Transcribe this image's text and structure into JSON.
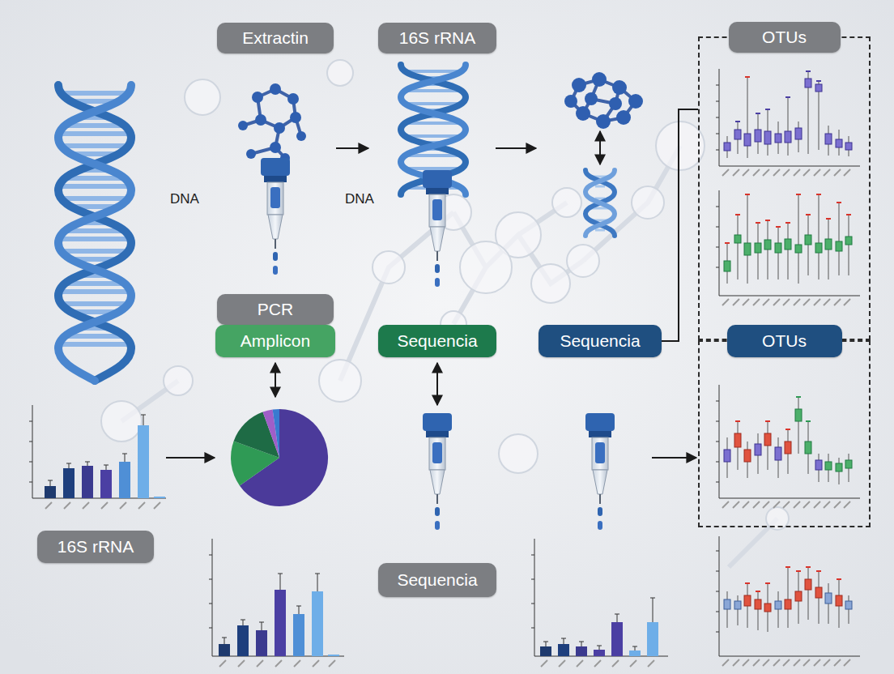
{
  "diagram": {
    "nodes": [
      {
        "text": [
          "Extractin"
        ]
      },
      {
        "text": [
          "16S rRNA"
        ]
      },
      {
        "text": [
          "OTUs"
        ]
      },
      {
        "text": [
          "PCR"
        ]
      },
      {
        "text": [
          "Amplicon"
        ]
      },
      {
        "text": [
          "Sequencia"
        ]
      },
      {
        "text": [
          "Sequencia"
        ]
      },
      {
        "text": [
          "OTUs"
        ]
      },
      {
        "text": [
          "16S rRNA"
        ]
      },
      {
        "text": [
          "Sequencia"
        ]
      }
    ],
    "edges": [
      {
        "from": 6,
        "to": 2,
        "arrow": "none"
      }
    ],
    "labels": [
      "DNA",
      "DNA"
    ]
  }
}
